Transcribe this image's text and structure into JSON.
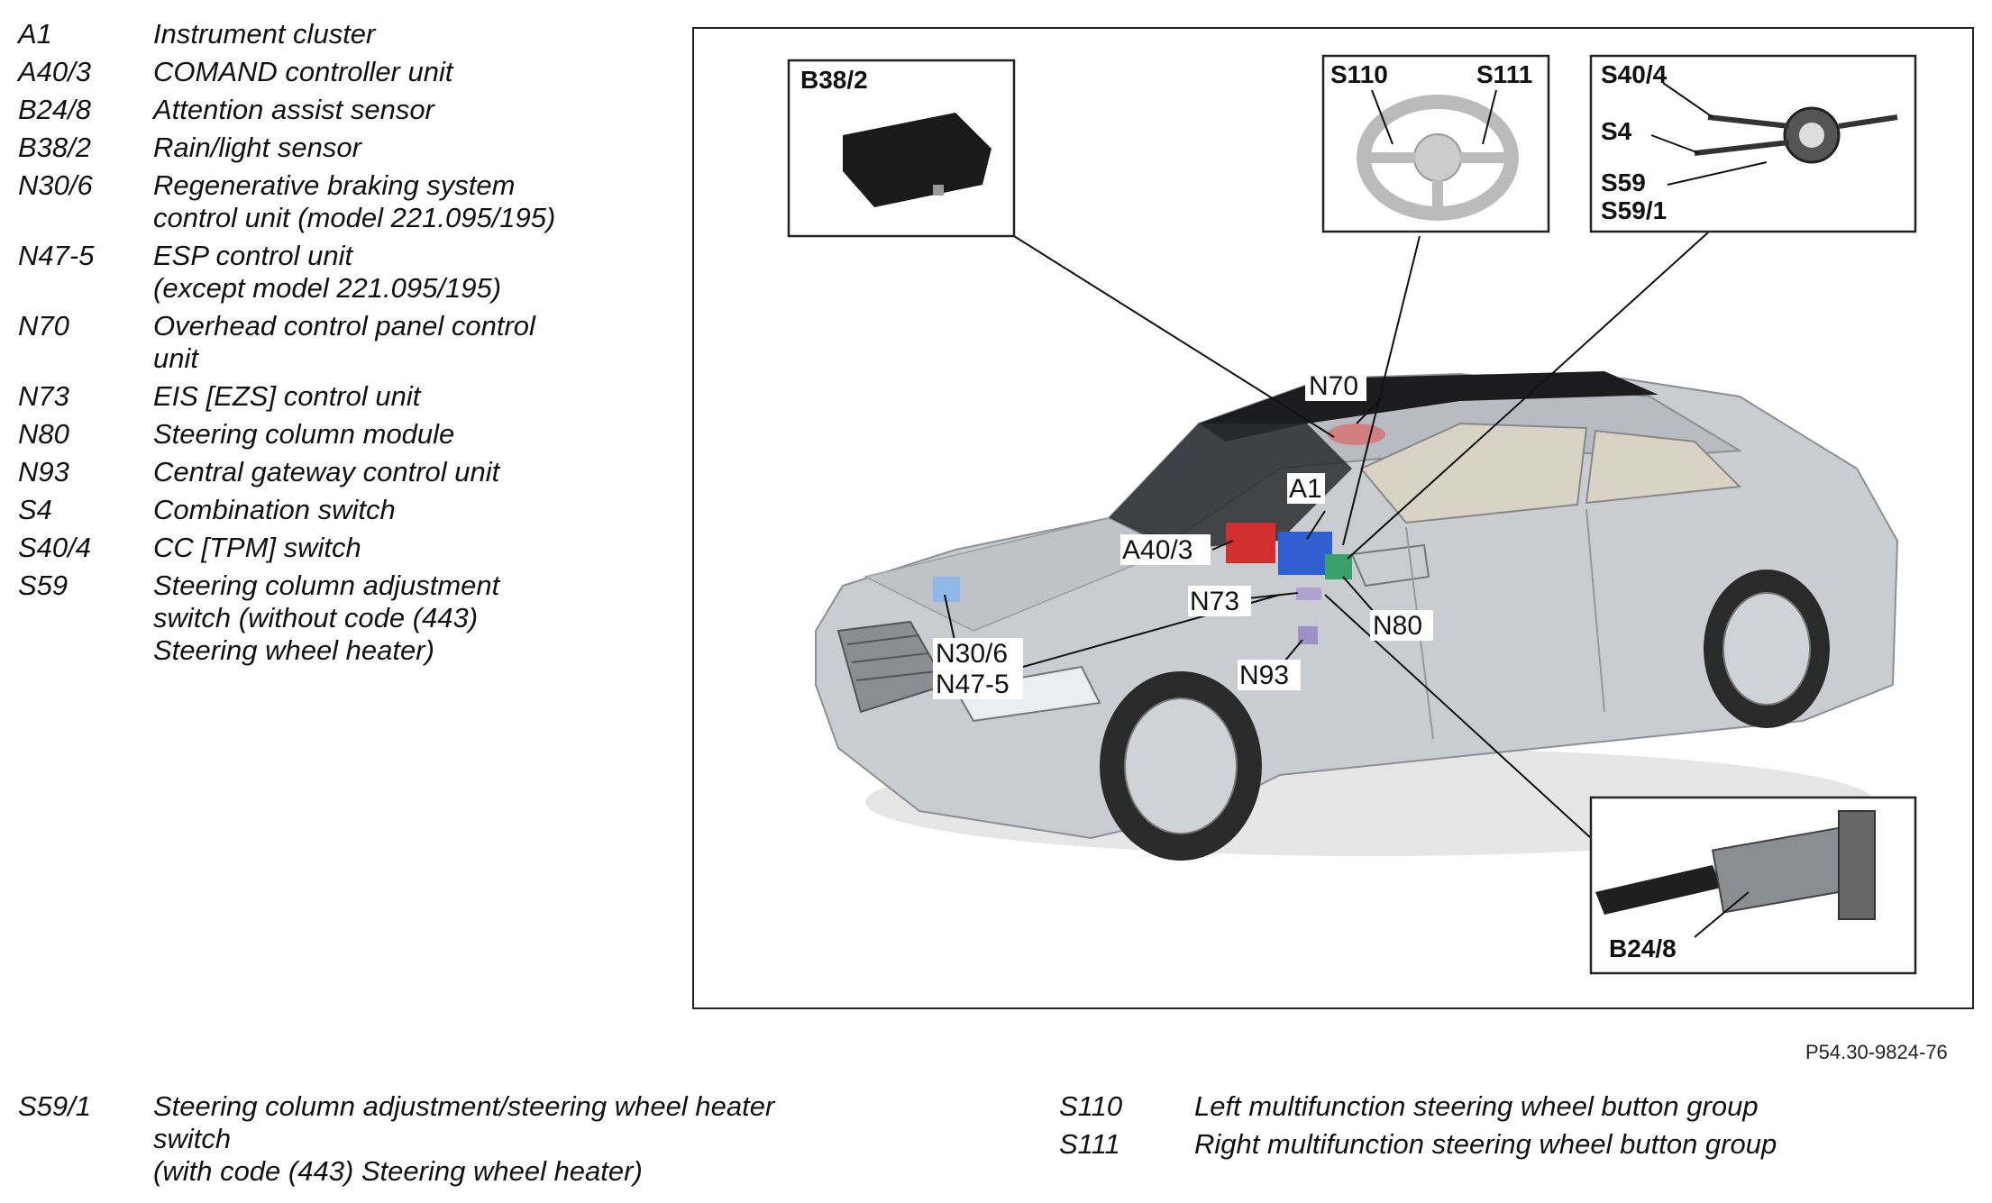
{
  "legend": [
    {
      "code": "A1",
      "desc": "Instrument cluster"
    },
    {
      "code": "A40/3",
      "desc": "COMAND controller unit"
    },
    {
      "code": "B24/8",
      "desc": "Attention assist sensor"
    },
    {
      "code": "B38/2",
      "desc": "Rain/light sensor"
    },
    {
      "code": "N30/6",
      "desc": "Regenerative braking system\ncontrol unit (model 221.095/195)"
    },
    {
      "code": "N47-5",
      "desc": "ESP control unit\n(except model 221.095/195)"
    },
    {
      "code": "N70",
      "desc": "Overhead control panel control\nunit"
    },
    {
      "code": "N73",
      "desc": "EIS [EZS] control unit"
    },
    {
      "code": "N80",
      "desc": "Steering column module"
    },
    {
      "code": "N93",
      "desc": "Central gateway control unit"
    },
    {
      "code": "S4",
      "desc": "Combination switch"
    },
    {
      "code": "S40/4",
      "desc": "CC [TPM] switch"
    },
    {
      "code": "S59",
      "desc": "Steering column adjustment\nswitch (without code (443)\nSteering wheel heater)"
    }
  ],
  "legend_bottom_left": [
    {
      "code": "S59/1",
      "desc": "Steering column adjustment/steering wheel heater\nswitch\n(with code (443) Steering wheel heater)"
    }
  ],
  "legend_bottom_right": [
    {
      "code": "S110",
      "desc": "Left multifunction steering wheel button group"
    },
    {
      "code": "S111",
      "desc": "Right multifunction steering wheel button group"
    }
  ],
  "figure_id": "P54.30-9824-76",
  "insets": {
    "b38_2": "B38/2",
    "s110": "S110",
    "s111": "S111",
    "s40_4": "S40/4",
    "s4": "S4",
    "s59": "S59",
    "s59_1": "S59/1",
    "b24_8": "B24/8"
  },
  "callouts": {
    "n70": "N70",
    "a1": "A1",
    "a40_3": "A40/3",
    "n73": "N73",
    "n80": "N80",
    "n30_6": "N30/6",
    "n47_5": "N47-5",
    "n93": "N93"
  },
  "colors": {
    "car_body": "#c9ccd0",
    "glass": "#1c1c1e",
    "instrument_cluster": "#2f5fd0",
    "comand_unit": "#d23030",
    "esp_unit": "#8fb8e8",
    "steering_module": "#3aa06a",
    "overhead_panel": "#d08080"
  }
}
